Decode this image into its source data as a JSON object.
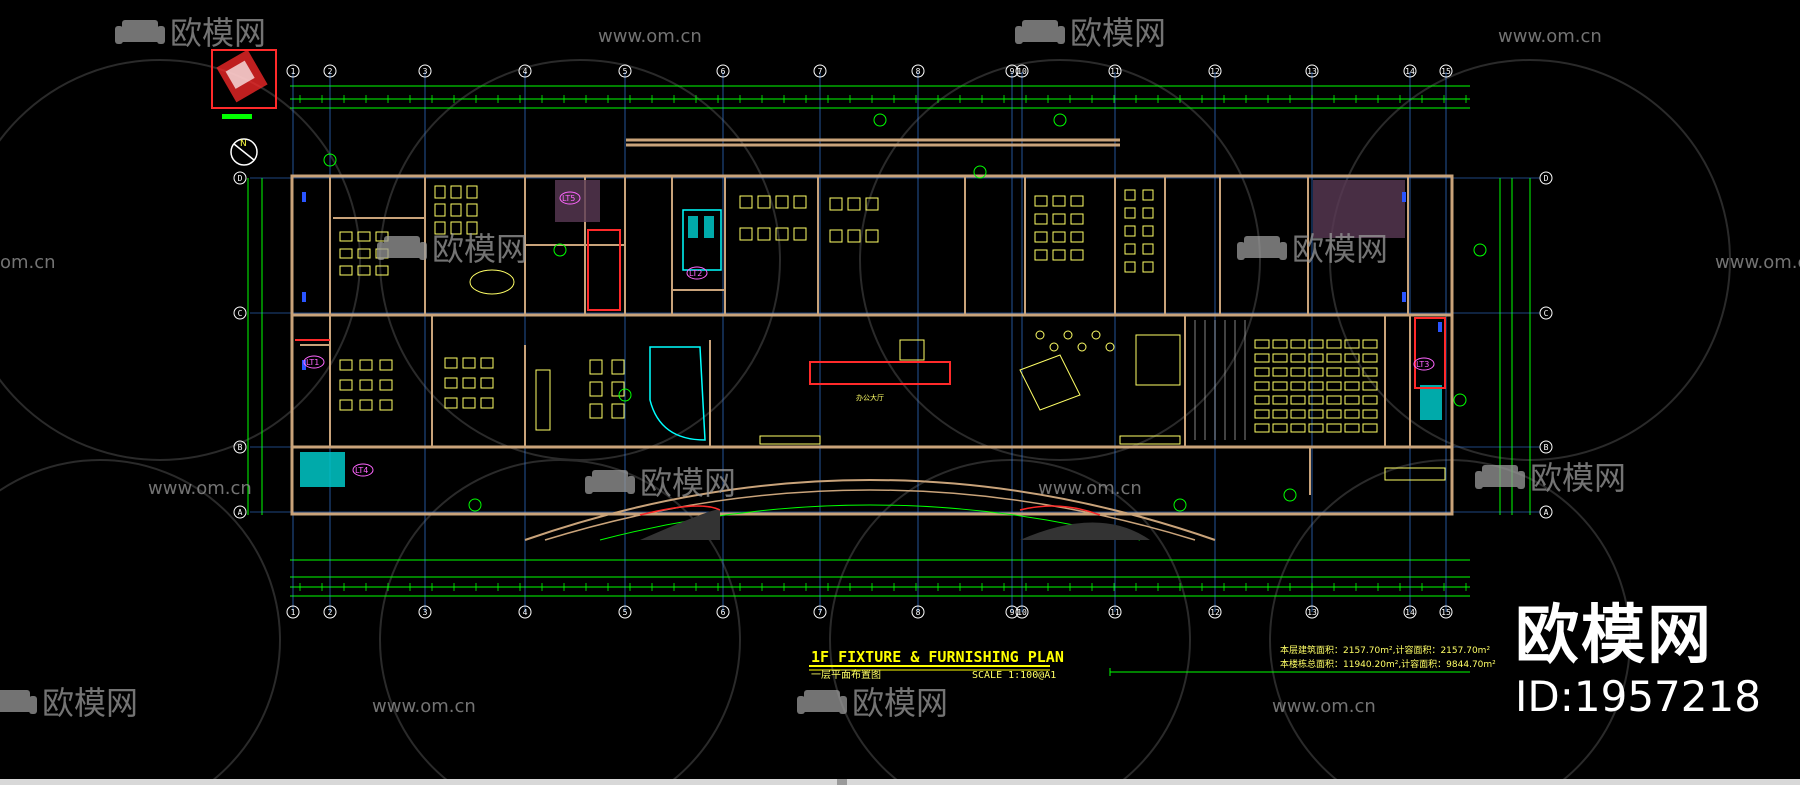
{
  "drawing": {
    "title_en": "1F FIXTURE & FURNISHING PLAN",
    "title_cn": "一层平面布置图",
    "scale": "SCALE 1:100@A1",
    "area_note_1": "本层建筑面积：2157.70m²,计容面积：2157.70m²",
    "area_note_2": "本楼栋总面积：11940.20m²,计容面积：9844.70m²",
    "grid_numbers": [
      "1",
      "2",
      "3",
      "4",
      "5",
      "6",
      "7",
      "8",
      "9",
      "10",
      "11",
      "12",
      "13",
      "14",
      "15"
    ],
    "grid_letters": [
      "D",
      "C",
      "B",
      "A"
    ],
    "room_labels": [
      "LT1",
      "LT2",
      "LT3",
      "LT4",
      "LT5"
    ],
    "hall_label": "办公大厅"
  },
  "watermark": {
    "brand": "欧模网",
    "url": "www.om.cn",
    "url_partial": "om.cn"
  },
  "logo": {
    "brand": "欧模网",
    "id": "ID:1957218"
  },
  "colors": {
    "background": "#000000",
    "dimension": "#00ff00",
    "wall": "#c9a37a",
    "furniture": "#ffff66",
    "grid": "#3c8cff",
    "red": "#ff2a2a",
    "cyan": "#00ffff",
    "magenta": "#ff33cc",
    "watermark": "#9a9a9a"
  },
  "icons": [
    "north-arrow-icon",
    "key-plan-icon",
    "sofa-logo-icon"
  ]
}
